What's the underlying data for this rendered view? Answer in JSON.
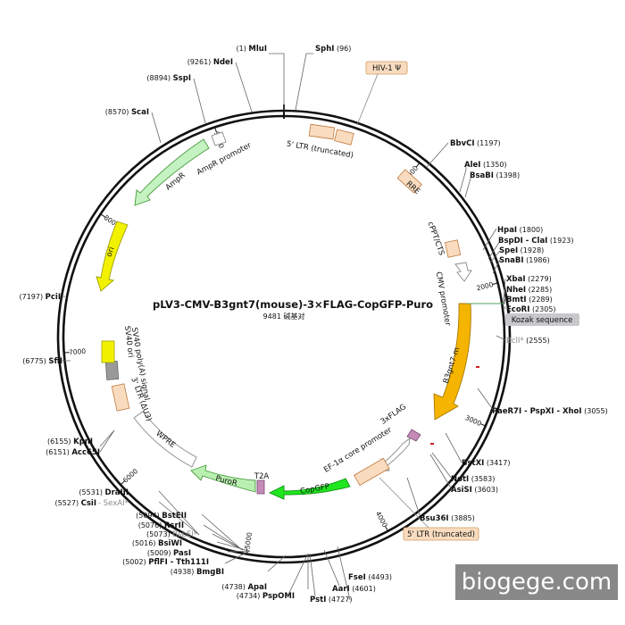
{
  "map": {
    "title": "pLV3-CMV-B3gnt7(mouse)-3×FLAG-CopGFP-Puro",
    "length": "9481 碱基对",
    "total_bp": 9481
  },
  "ticks": [
    {
      "bp": 1000,
      "label": "1000"
    },
    {
      "bp": 2000,
      "label": "2000"
    },
    {
      "bp": 3000,
      "label": "3000"
    },
    {
      "bp": 4000,
      "label": "4000"
    },
    {
      "bp": 5000,
      "label": "5000"
    },
    {
      "bp": 6000,
      "label": "6000"
    },
    {
      "bp": 7000,
      "label": "7000"
    },
    {
      "bp": 8000,
      "label": "8000"
    },
    {
      "bp": 9000,
      "label": "9000"
    }
  ],
  "sites": [
    {
      "id": "mlui",
      "name": "MluI",
      "pos": "(1)"
    },
    {
      "id": "sphi",
      "name": "SphI",
      "pos": "(96)"
    },
    {
      "id": "bbvci",
      "name": "BbvCI",
      "pos": "(1197)"
    },
    {
      "id": "alei",
      "name": "AleI",
      "pos": "(1350)"
    },
    {
      "id": "bsabi",
      "name": "BsaBI",
      "pos": "(1398)"
    },
    {
      "id": "hpai",
      "name": "HpaI",
      "pos": "(1800)"
    },
    {
      "id": "bspdi",
      "name": "BspDI - ClaI",
      "pos": "(1923)"
    },
    {
      "id": "spei",
      "name": "SpeI",
      "pos": "(1928)"
    },
    {
      "id": "snabi",
      "name": "SnaBI",
      "pos": "(1986)"
    },
    {
      "id": "xbai",
      "name": "XbaI",
      "pos": "(2279)"
    },
    {
      "id": "nhei",
      "name": "NheI",
      "pos": "(2285)"
    },
    {
      "id": "bmti",
      "name": "BmtI",
      "pos": "(2289)"
    },
    {
      "id": "ecori",
      "name": "EcoRI",
      "pos": "(2305)"
    },
    {
      "id": "bcli",
      "name": "BclI*",
      "pos": "(2555)",
      "dim": true
    },
    {
      "id": "paer7i",
      "name": "PaeR7I - PspXI - XhoI",
      "pos": "(3055)"
    },
    {
      "id": "bstxi",
      "name": "BstXI",
      "pos": "(3417)"
    },
    {
      "id": "noti",
      "name": "NotI",
      "pos": "(3583)"
    },
    {
      "id": "asisi",
      "name": "AsiSI",
      "pos": "(3603)"
    },
    {
      "id": "bsu36i",
      "name": "Bsu36I",
      "pos": "(3885)"
    },
    {
      "id": "fsei",
      "name": "FseI",
      "pos": "(4493)"
    },
    {
      "id": "aari",
      "name": "AarI",
      "pos": "(4601)"
    },
    {
      "id": "psti",
      "name": "PstI",
      "pos": "(4727)"
    },
    {
      "id": "apai",
      "name": "ApaI",
      "pos": "(4738)"
    },
    {
      "id": "pspomi",
      "name": "PspOMI",
      "pos": "(4734)"
    },
    {
      "id": "bmgbi",
      "name": "BmgBI",
      "pos": "(4938)"
    },
    {
      "id": "pflfi",
      "name": "PflFI - Tth111I",
      "pos": "(5002)"
    },
    {
      "id": "pasi",
      "name": "PasI",
      "pos": "(5009)"
    },
    {
      "id": "bsiwi",
      "name": "BsiWI",
      "pos": "(5016)"
    },
    {
      "id": "bspei",
      "name": "BspEI*",
      "pos": "(5073)",
      "dim": true
    },
    {
      "id": "rsrii",
      "name": "RsrII",
      "pos": "(5076)"
    },
    {
      "id": "bsteii",
      "name": "BstEII",
      "pos": "(5094)"
    },
    {
      "id": "csii",
      "name": "CsiI",
      "pos": "(5527)"
    },
    {
      "id": "sexai",
      "name": " - SexAI*",
      "pos": "",
      "dim": true
    },
    {
      "id": "draiii",
      "name": "DraIII",
      "pos": "(5531)"
    },
    {
      "id": "acc65i",
      "name": "Acc65I",
      "pos": "(6151)"
    },
    {
      "id": "kpni",
      "name": "KpnI",
      "pos": "(6155)"
    },
    {
      "id": "sfii",
      "name": "SfiI",
      "pos": "(6775)"
    },
    {
      "id": "pcii",
      "name": "PciI",
      "pos": "(7197)"
    },
    {
      "id": "scai",
      "name": "ScaI",
      "pos": "(8570)"
    },
    {
      "id": "sspi",
      "name": "SspI",
      "pos": "(8894)"
    },
    {
      "id": "ndei",
      "name": "NdeI",
      "pos": "(9261)"
    }
  ],
  "features": {
    "hiv1_psi": "HIV-1 Ψ",
    "ltr5": "5' LTR (truncated)",
    "rre": "RRE",
    "cppt": "cPPT/CTS",
    "cmv": "CMV promoter",
    "kozak": "Kozak sequence",
    "b3gnt7": "B3gnt7-m",
    "flag": "3xFLAG",
    "ef1a": "EF-1α core promoter",
    "ltr5b": "5' LTR (truncated)",
    "copgfp": "CopGFP",
    "t2a": "T2A",
    "puror": "PuroR",
    "wpre": "WPRE",
    "ltr3": "3' LTR (ΔU3)",
    "sv40pa": "SV40 poly(A) signal",
    "sv40ori": "SV40 ori",
    "ori": "ori",
    "ampr": "AmpR",
    "amprp": "AmpR promoter"
  },
  "colors": {
    "ltr": "#f9dcc0",
    "cmv": "#ffffff",
    "b3gnt7": "#f5b400",
    "copgfp": "#1fe61f",
    "puror": "#b9f0b0",
    "ori": "#f2f200",
    "ampr": "#c4f2c0",
    "sv40ori": "#9a9a9a",
    "sv40pa": "#f2f200",
    "flag": "#c48bb8",
    "kozak_tag": "#c8c8cc"
  },
  "watermark": "biogege.com"
}
